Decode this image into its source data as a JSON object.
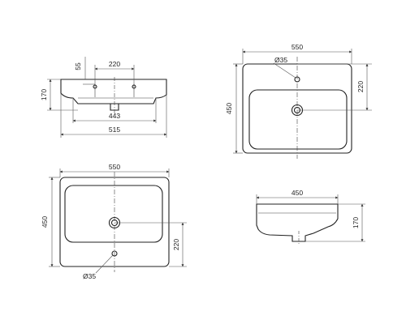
{
  "front_view": {
    "dims": {
      "overall_width": "515",
      "inner_width": "443",
      "height": "170",
      "tap_spacing": "220",
      "tap_offset": "55"
    }
  },
  "top_view_right": {
    "dims": {
      "width": "550",
      "depth": "450",
      "hole_to_edge": "220",
      "hole_diameter": "Ø35"
    }
  },
  "top_view_left": {
    "dims": {
      "width": "550",
      "depth": "450",
      "hole_to_edge": "220",
      "hole_diameter": "Ø35"
    }
  },
  "side_view": {
    "dims": {
      "depth": "450",
      "height": "170"
    }
  }
}
